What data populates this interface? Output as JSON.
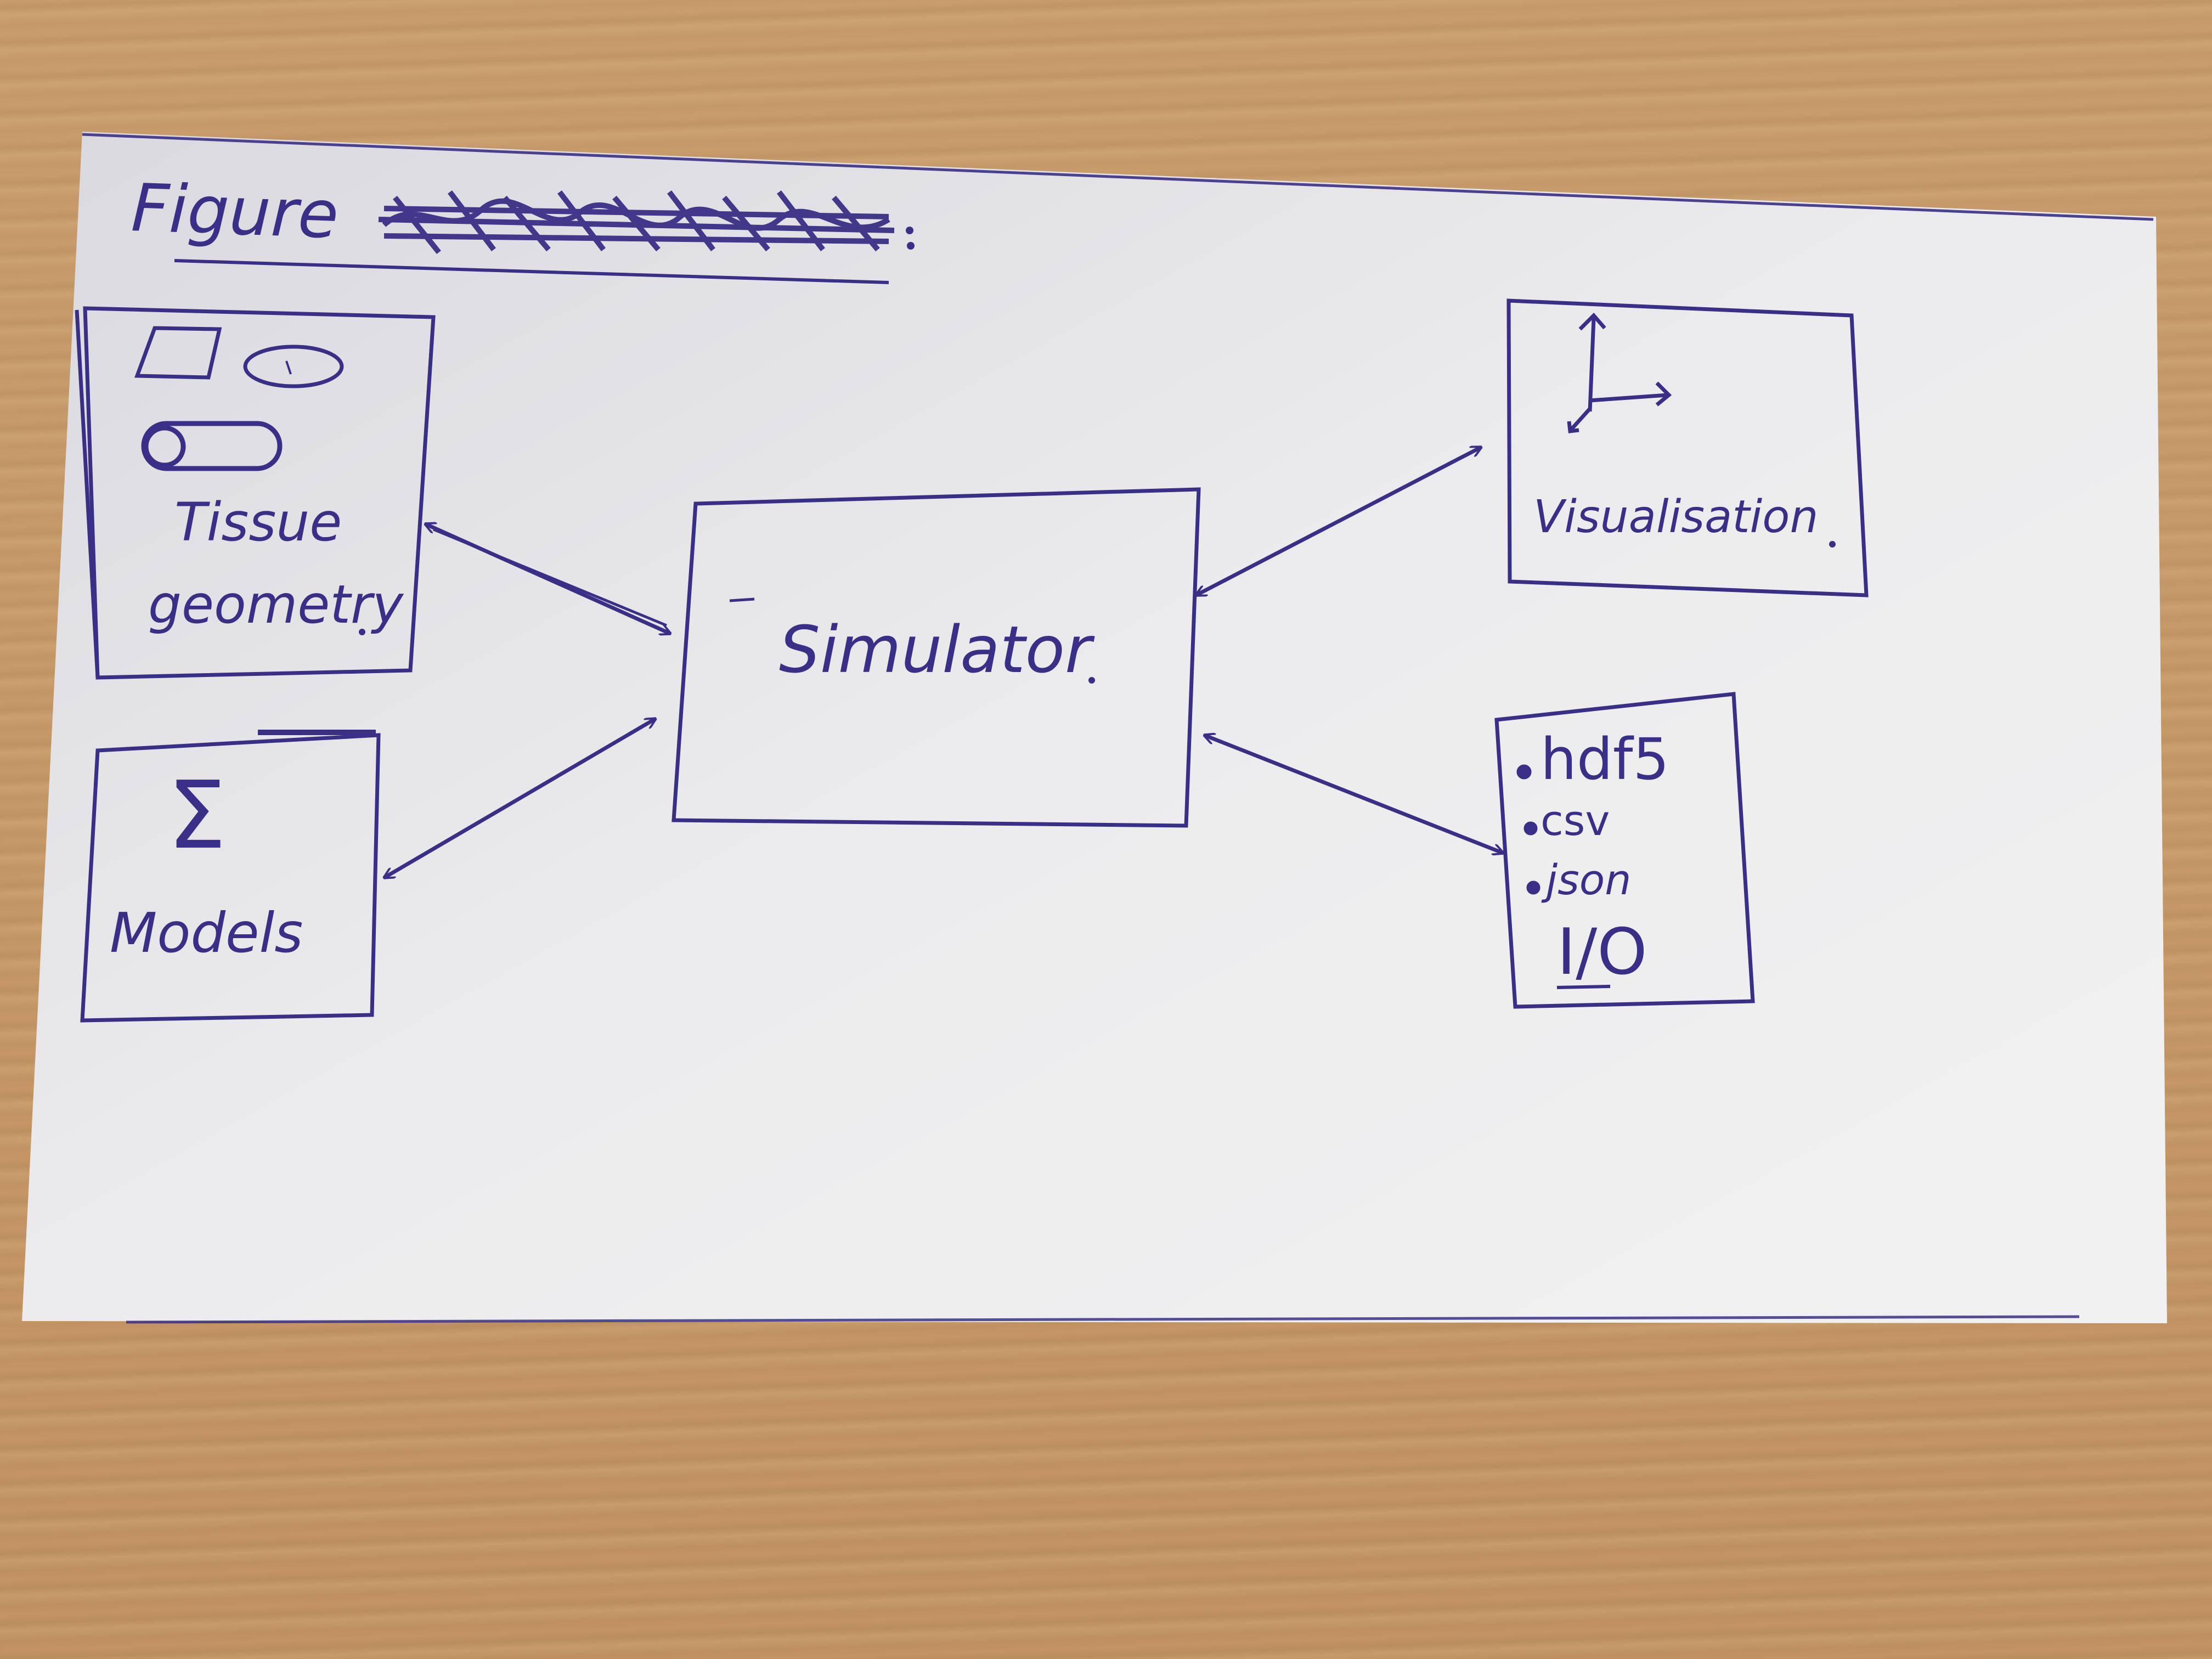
{
  "title": {
    "word": "Figure",
    "scribble_note": "crossed-out text"
  },
  "colors": {
    "ink": "#3a2f86",
    "paper": "#e9e9ea",
    "table": "#c99d6c"
  },
  "nodes": {
    "tissue_geometry": {
      "label_line1": "Tissue",
      "label_line2": "geometry",
      "icons": [
        "parallelogram-icon",
        "ellipse-icon",
        "capsule-icon"
      ]
    },
    "models": {
      "symbol": "Σ",
      "label": "Models"
    },
    "simulator": {
      "label": "Simulator"
    },
    "visualisation": {
      "label": "Visualisation",
      "icons": [
        "axes-icon"
      ]
    },
    "io": {
      "items": [
        "hdf5",
        "csv",
        "json"
      ],
      "label": "I/O"
    }
  },
  "edges": [
    {
      "from": "tissue_geometry",
      "to": "simulator",
      "direction": "bidirectional"
    },
    {
      "from": "models",
      "to": "simulator",
      "direction": "bidirectional"
    },
    {
      "from": "simulator",
      "to": "visualisation",
      "direction": "bidirectional"
    },
    {
      "from": "simulator",
      "to": "io",
      "direction": "bidirectional"
    }
  ]
}
